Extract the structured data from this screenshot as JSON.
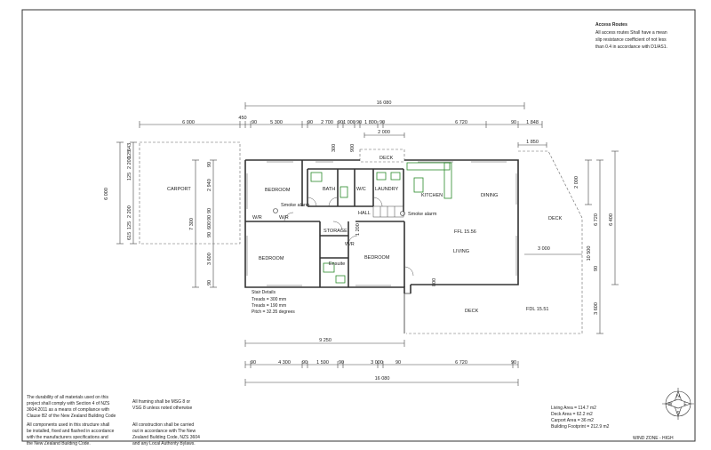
{
  "access_routes": {
    "title": "Access Routes",
    "lines": [
      "All access routes Shall have a mean",
      "slip resistance coefficient of not less",
      "than 0.4 in accordance with D1/AS1."
    ]
  },
  "rooms": {
    "carport": "CARPORT",
    "bedroom_1": "BEDROOM",
    "bath": "BATH",
    "wc": "W/C",
    "laundry": "LAUNDRY",
    "kitchen": "KITCHEN",
    "dining": "DINING",
    "deck_top": "DECK",
    "deck_right": "DECK",
    "deck_bottom": "DECK",
    "hall": "HALL",
    "storage": "STORAGE",
    "bedroom_2": "BEDROOM",
    "bedroom_3": "BEDROOM",
    "ensuite": "Ensuite",
    "living": "LIVING",
    "wr_1": "W/R",
    "wr_2": "W/R",
    "wr_3": "W/R",
    "smoke_1": "Smoke alarm",
    "smoke_2": "Smoke alarm",
    "ffl": "FFL 15.56",
    "fdl": "FDL 15.51"
  },
  "stair": {
    "title": "Stair Details",
    "treads": "Treads = 300 mm",
    "risers": "Treads = 190 mm",
    "pitch": "Pitch = 32.35 degrees"
  },
  "dimensions": {
    "overall_top": "16 080",
    "overall_bottom": "16 080",
    "top_450": "450",
    "top_segments": [
      "6 000",
      "90",
      "5 300",
      "90",
      "2 700",
      "90",
      "1 000",
      "90",
      "1 800",
      "90",
      "6 720",
      "90",
      "1 848"
    ],
    "deck_2000": "2 000",
    "deck_1850": "1 850",
    "bottom_9250": "9 250",
    "bottom_segments": [
      "90",
      "4 300",
      "90",
      "1 590",
      "90",
      "3 000",
      "90",
      "6 720",
      "90"
    ],
    "deck_3000": "3 000",
    "left_outer": "6 000",
    "left_stack": [
      "615",
      "125",
      "2 200",
      "125",
      "2 200",
      "125",
      "643"
    ],
    "left_inner_7300": "7 300",
    "left_inner": [
      "90",
      "2 940",
      "90",
      "90",
      "600",
      "90",
      "3 600",
      "90"
    ],
    "right_2000": "2 000",
    "right_6720": "6 720",
    "right_6400": "6 400",
    "right_10500": "10 500",
    "right_90": "90",
    "right_3600": "3 600",
    "small_300": "300",
    "small_900": "900",
    "small_1200": "1 200",
    "small_800": "800"
  },
  "notes": {
    "durability": [
      "The durability of all materials used on this",
      "project shall comply with Section 4 of NZS",
      "3604:2011 as a means of compliance with",
      "Clause B2 of the New Zealand Building Code"
    ],
    "components": [
      "All components used in this structure shall",
      "be installed, fixed and flashed in accordance",
      "with the manufacturers specifications and",
      "the New Zealand Building Code."
    ],
    "framing": [
      "All framing shall be MSG 8 or",
      "VSG 8 unless noted otherwise"
    ],
    "construction": [
      "All construction shall be carried",
      "out in accordance with The New",
      "Zealand Building Code, NZS 3604",
      "and any Local Authority Bylaws."
    ]
  },
  "areas": [
    "Living Area = 114.7 m2",
    "Deck Area = 62.2 m2",
    "Carport Area = 36 m2",
    "Building Footprint = 212.9 m2"
  ],
  "wind_zone": "WIND ZONE - HIGH",
  "compass": {
    "n": "N",
    "s": "S",
    "e": "E",
    "w": "W"
  }
}
